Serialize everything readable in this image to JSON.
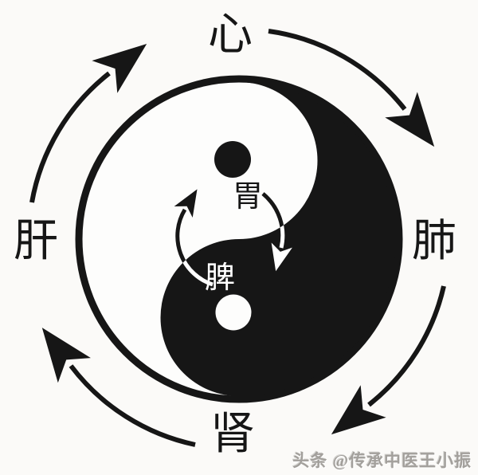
{
  "organs": {
    "heart": "心",
    "lung": "肺",
    "kidney": "肾",
    "liver": "肝",
    "stomach": "胃",
    "spleen": "脾"
  },
  "watermark": "头条 @传承中医王小振",
  "icons": {
    "center_symbol": "yin-yang-taiji-icon",
    "outer_arrows": "clockwise-cycle-arrows",
    "inner_arrows": "clockwise-cycle-arrows"
  },
  "colors": {
    "ink": "#161616",
    "background": "#fbfaf8",
    "yang_fill": "#fdfdfc",
    "watermark_gray": "#9e9b97"
  }
}
